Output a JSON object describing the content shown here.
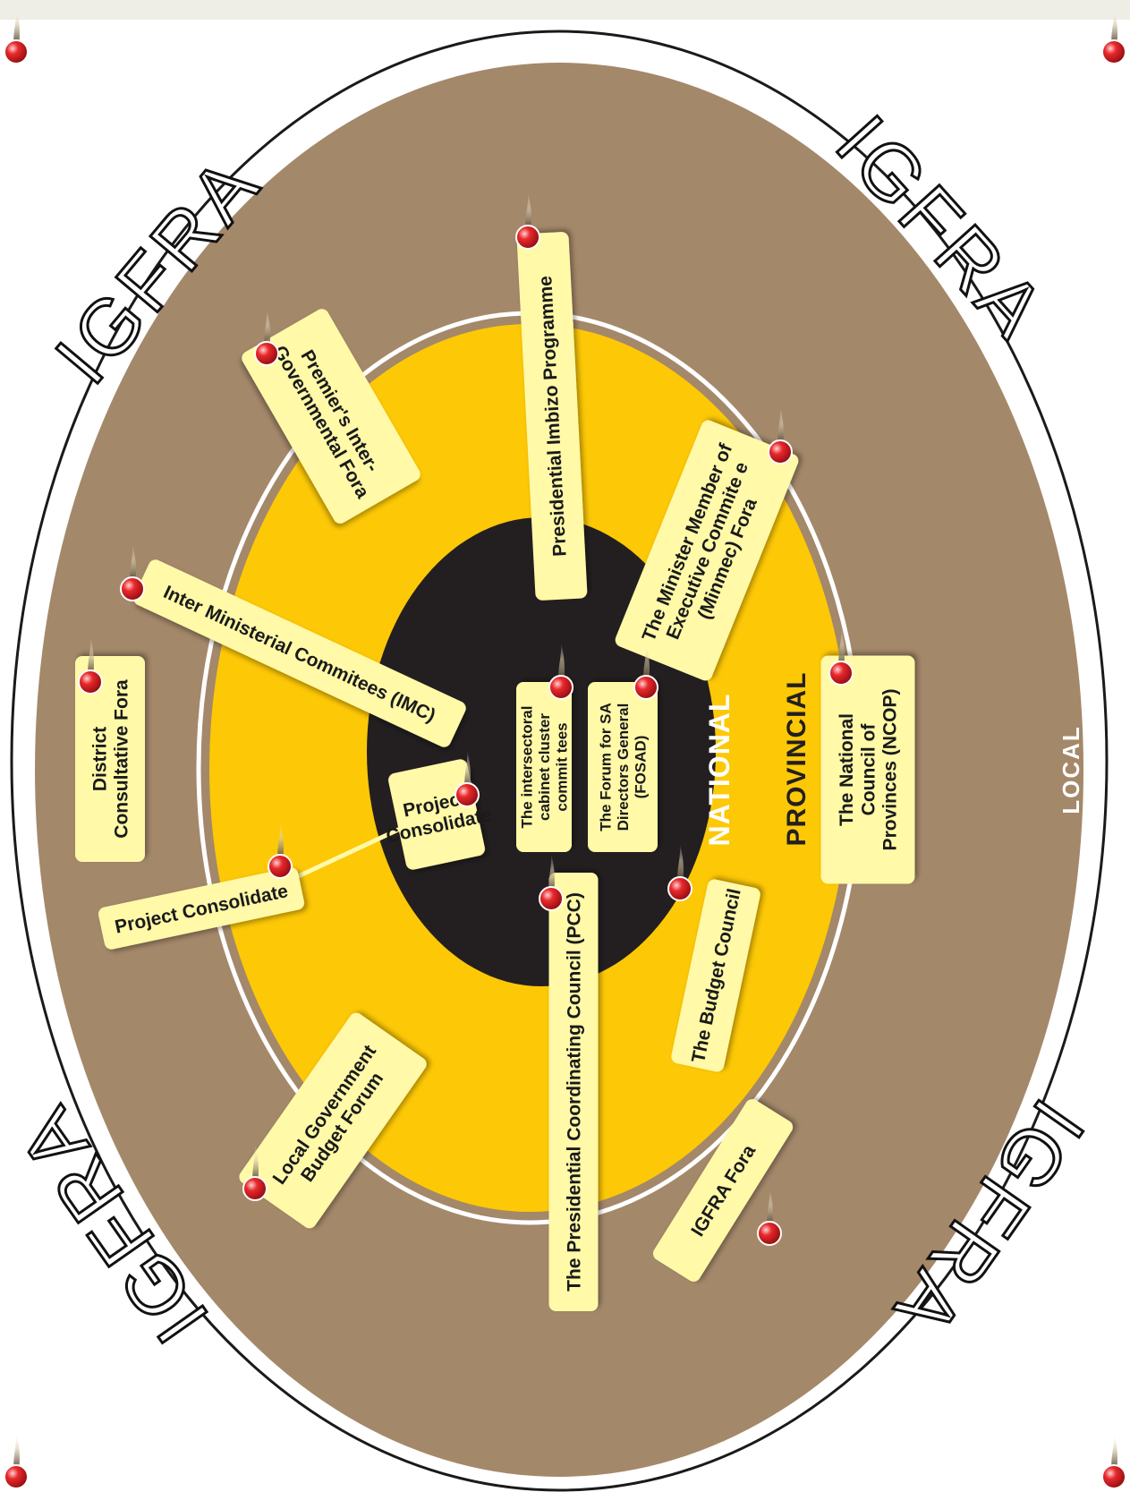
{
  "ring_labels": {
    "igfra": "IGFRA",
    "national": "NATIONAL",
    "provincial": "PROVINCIAL",
    "local": "LOCAL"
  },
  "notes": [
    {
      "id": "district",
      "lines": [
        "District",
        "Consultative Fora"
      ]
    },
    {
      "id": "premiers",
      "lines": [
        "Premier's Inter-",
        "Governmental Fora"
      ]
    },
    {
      "id": "imbizo",
      "lines": [
        "Presidential Imbizo Programme"
      ]
    },
    {
      "id": "minmec",
      "lines": [
        "The Minister Member of",
        "Executive Commite e",
        "(Minmec) Fora"
      ]
    },
    {
      "id": "imc",
      "lines": [
        "Inter Ministerial Commitees (IMC)"
      ]
    },
    {
      "id": "cluster",
      "lines": [
        "The intersectoral",
        "cabinet cluster",
        "commit tees"
      ]
    },
    {
      "id": "fosad",
      "lines": [
        "The Forum for SA",
        "Directors General",
        "(FOSAD)"
      ]
    },
    {
      "id": "ncop",
      "lines": [
        "The National",
        "Council of",
        "Provinces (NCOP)"
      ]
    },
    {
      "id": "project-inner",
      "lines": [
        "Project",
        "Consolidate"
      ]
    },
    {
      "id": "project-outer",
      "lines": [
        "Project Consolidate"
      ]
    },
    {
      "id": "pcc",
      "lines": [
        "The Presidential Coordinating Council (PCC)"
      ]
    },
    {
      "id": "budget-council",
      "lines": [
        "The Budget Council"
      ]
    },
    {
      "id": "lg-budget",
      "lines": [
        "Local Government",
        "Budget Forum"
      ]
    },
    {
      "id": "igfra-fora",
      "lines": [
        "IGFRA Fora"
      ]
    }
  ],
  "colors": {
    "local": "#a4886a",
    "provincial": "#fdc806",
    "national": "#231f20",
    "note": "#fff9a8",
    "pin": "#d8191c"
  }
}
